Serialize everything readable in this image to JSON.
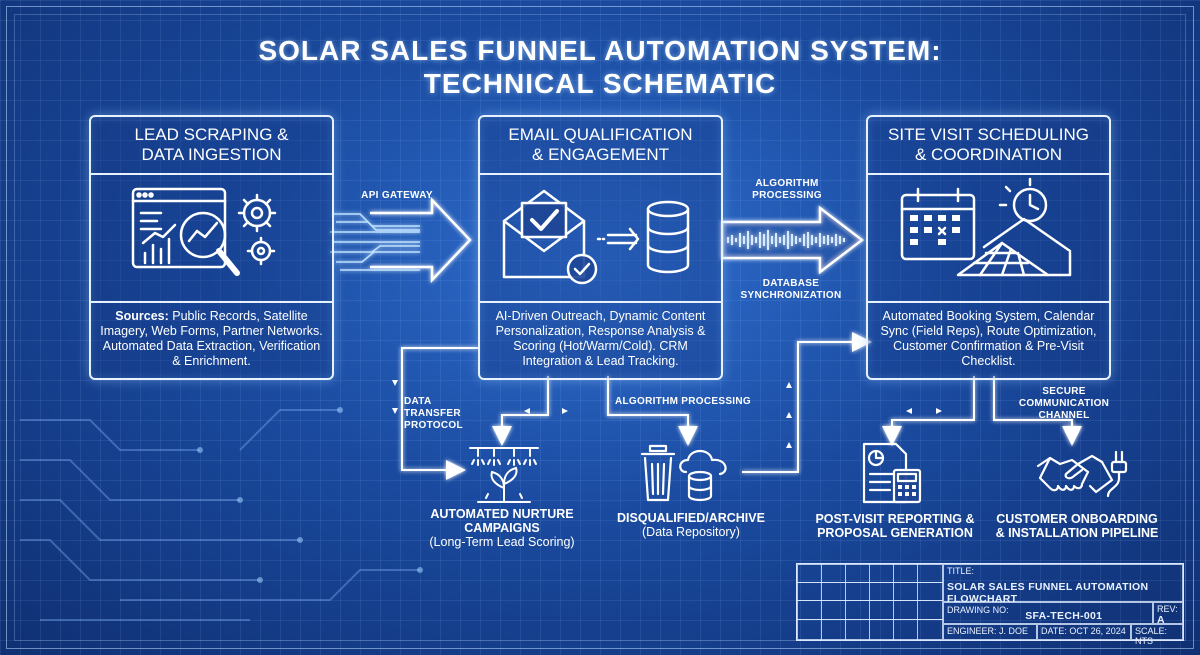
{
  "title": {
    "line1": "SOLAR SALES FUNNEL AUTOMATION SYSTEM:",
    "line2": "TECHNICAL SCHEMATIC"
  },
  "stages": [
    {
      "head_line1": "LEAD SCRAPING &",
      "head_line2": "DATA INGESTION",
      "body_bold": "Sources:",
      "body": "Public Records, Satellite Imagery, Web Forms, Partner Networks. Automated Data Extraction, Verification & Enrichment.",
      "icon": "analytics-magnifier-gears-icon"
    },
    {
      "head_line1": "EMAIL QUALIFICATION",
      "head_line2": "& ENGAGEMENT",
      "body": "AI-Driven Outreach, Dynamic Content Personalization, Response Analysis & Scoring (Hot/Warm/Cold). CRM Integration & Lead Tracking.",
      "icon": "envelope-checkmark-database-icon"
    },
    {
      "head_line1": "SITE VISIT SCHEDULING",
      "head_line2": "& COORDINATION",
      "body": "Automated Booking System, Calendar Sync (Field Reps), Route Optimization, Customer Confirmation & Pre-Visit Checklist.",
      "icon": "calendar-clock-solar-roof-icon"
    }
  ],
  "connector_labels": {
    "api_gateway": "API GATEWAY",
    "algorithm_processing_top": "ALGORITHM PROCESSING",
    "database_sync": "DATABASE SYNCHRONIZATION",
    "data_transfer": "DATA TRANSFER PROTOCOL",
    "algorithm_processing_mid": "ALGORITHM PROCESSING",
    "secure_comm": "SECURE COMMUNICATION CHANNEL"
  },
  "outputs": [
    {
      "title_line1": "AUTOMATED NURTURE",
      "title_line2": "CAMPAIGNS",
      "sub": "(Long-Term Lead Scoring)",
      "icon": "sprinkler-plant-icon"
    },
    {
      "title_line1": "DISQUALIFIED/ARCHIVE",
      "sub": "(Data Repository)",
      "icon": "trash-cloud-database-icon"
    },
    {
      "title_line1": "POST-VISIT REPORTING &",
      "title_line2": "PROPOSAL GENERATION",
      "icon": "report-calculator-icon"
    },
    {
      "title_line1": "CUSTOMER ONBOARDING",
      "title_line2": "& INSTALLATION PIPELINE",
      "icon": "handshake-plug-icon"
    }
  ],
  "title_block": {
    "title_label": "TITLE:",
    "title_value": "SOLAR SALES FUNNEL AUTOMATION FLOWCHART",
    "drawing_label": "DRAWING NO:",
    "drawing_value": "SFA-TECH-001",
    "rev_label": "REV:",
    "rev_value": "A",
    "engineer": "ENGINEER: J. DOE",
    "date": "DATE: OCT 26, 2024",
    "scale": "SCALE: NTS"
  },
  "colors": {
    "background": "#1a4a9f",
    "line": "#e8f2ff",
    "glow": "#9fd0ff"
  }
}
